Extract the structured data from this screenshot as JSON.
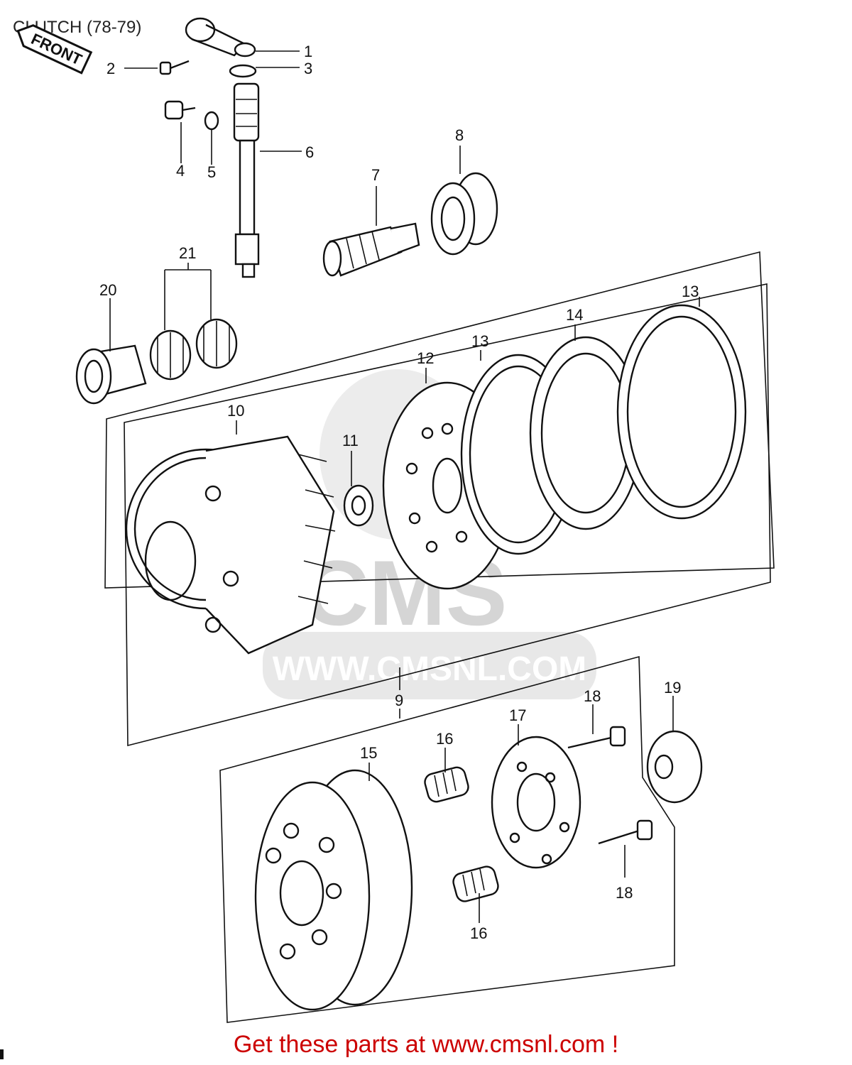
{
  "title": "CLUTCH (78-79)",
  "front_label": "FRONT",
  "watermark": {
    "brand": "CMS",
    "url": "WWW.CMSNL.COM"
  },
  "callouts": {
    "p1": "1",
    "p2": "2",
    "p3": "3",
    "p4": "4",
    "p5": "5",
    "p6": "6",
    "p7": "7",
    "p8": "8",
    "p9": "9",
    "p10": "10",
    "p11": "11",
    "p12": "12",
    "p13a": "13",
    "p13b": "13",
    "p14": "14",
    "p15": "15",
    "p16a": "16",
    "p16b": "16",
    "p17": "17",
    "p18a": "18",
    "p18b": "18",
    "p19": "19",
    "p20": "20",
    "p21": "21"
  },
  "footer": "Get these parts at www.cmsnl.com !",
  "colors": {
    "ink": "#111111",
    "footer": "#cc0000",
    "watermark": "#d9d9d9"
  }
}
